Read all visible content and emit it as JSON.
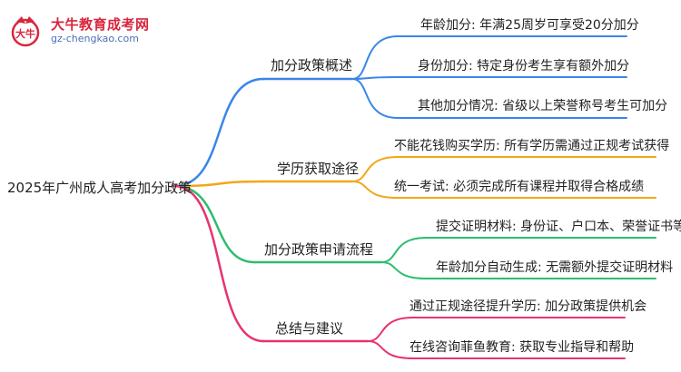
{
  "logo": {
    "title": "大牛教育成考网",
    "url": "gz-chengkao.com",
    "mark_text": "大牛"
  },
  "root": {
    "label": "2025年广州成人高考加分政策"
  },
  "branches": [
    {
      "label": "加分政策概述",
      "color": "#3a86e8",
      "leaves": [
        "年龄加分: 年满25周岁可享受20分加分",
        "身份加分: 特定身份考生享有额外加分",
        "其他加分情况: 省级以上荣誉称号考生可加分"
      ]
    },
    {
      "label": "学历获取途径",
      "color": "#f0a818",
      "leaves": [
        "不能花钱购买学历: 所有学历需通过正规考试获得",
        "统一考试: 必须完成所有课程并取得合格成绩"
      ]
    },
    {
      "label": "加分政策申请流程",
      "color": "#2dbd6e",
      "leaves": [
        "提交证明材料: 身份证、户口本、荣誉证书等",
        "年龄加分自动生成: 无需额外提交证明材料"
      ]
    },
    {
      "label": "总结与建议",
      "color": "#e8336e",
      "leaves": [
        "通过正规途径提升学历: 加分政策提供机会",
        "在线咨询菲鱼教育: 获取专业指导和帮助"
      ]
    }
  ]
}
